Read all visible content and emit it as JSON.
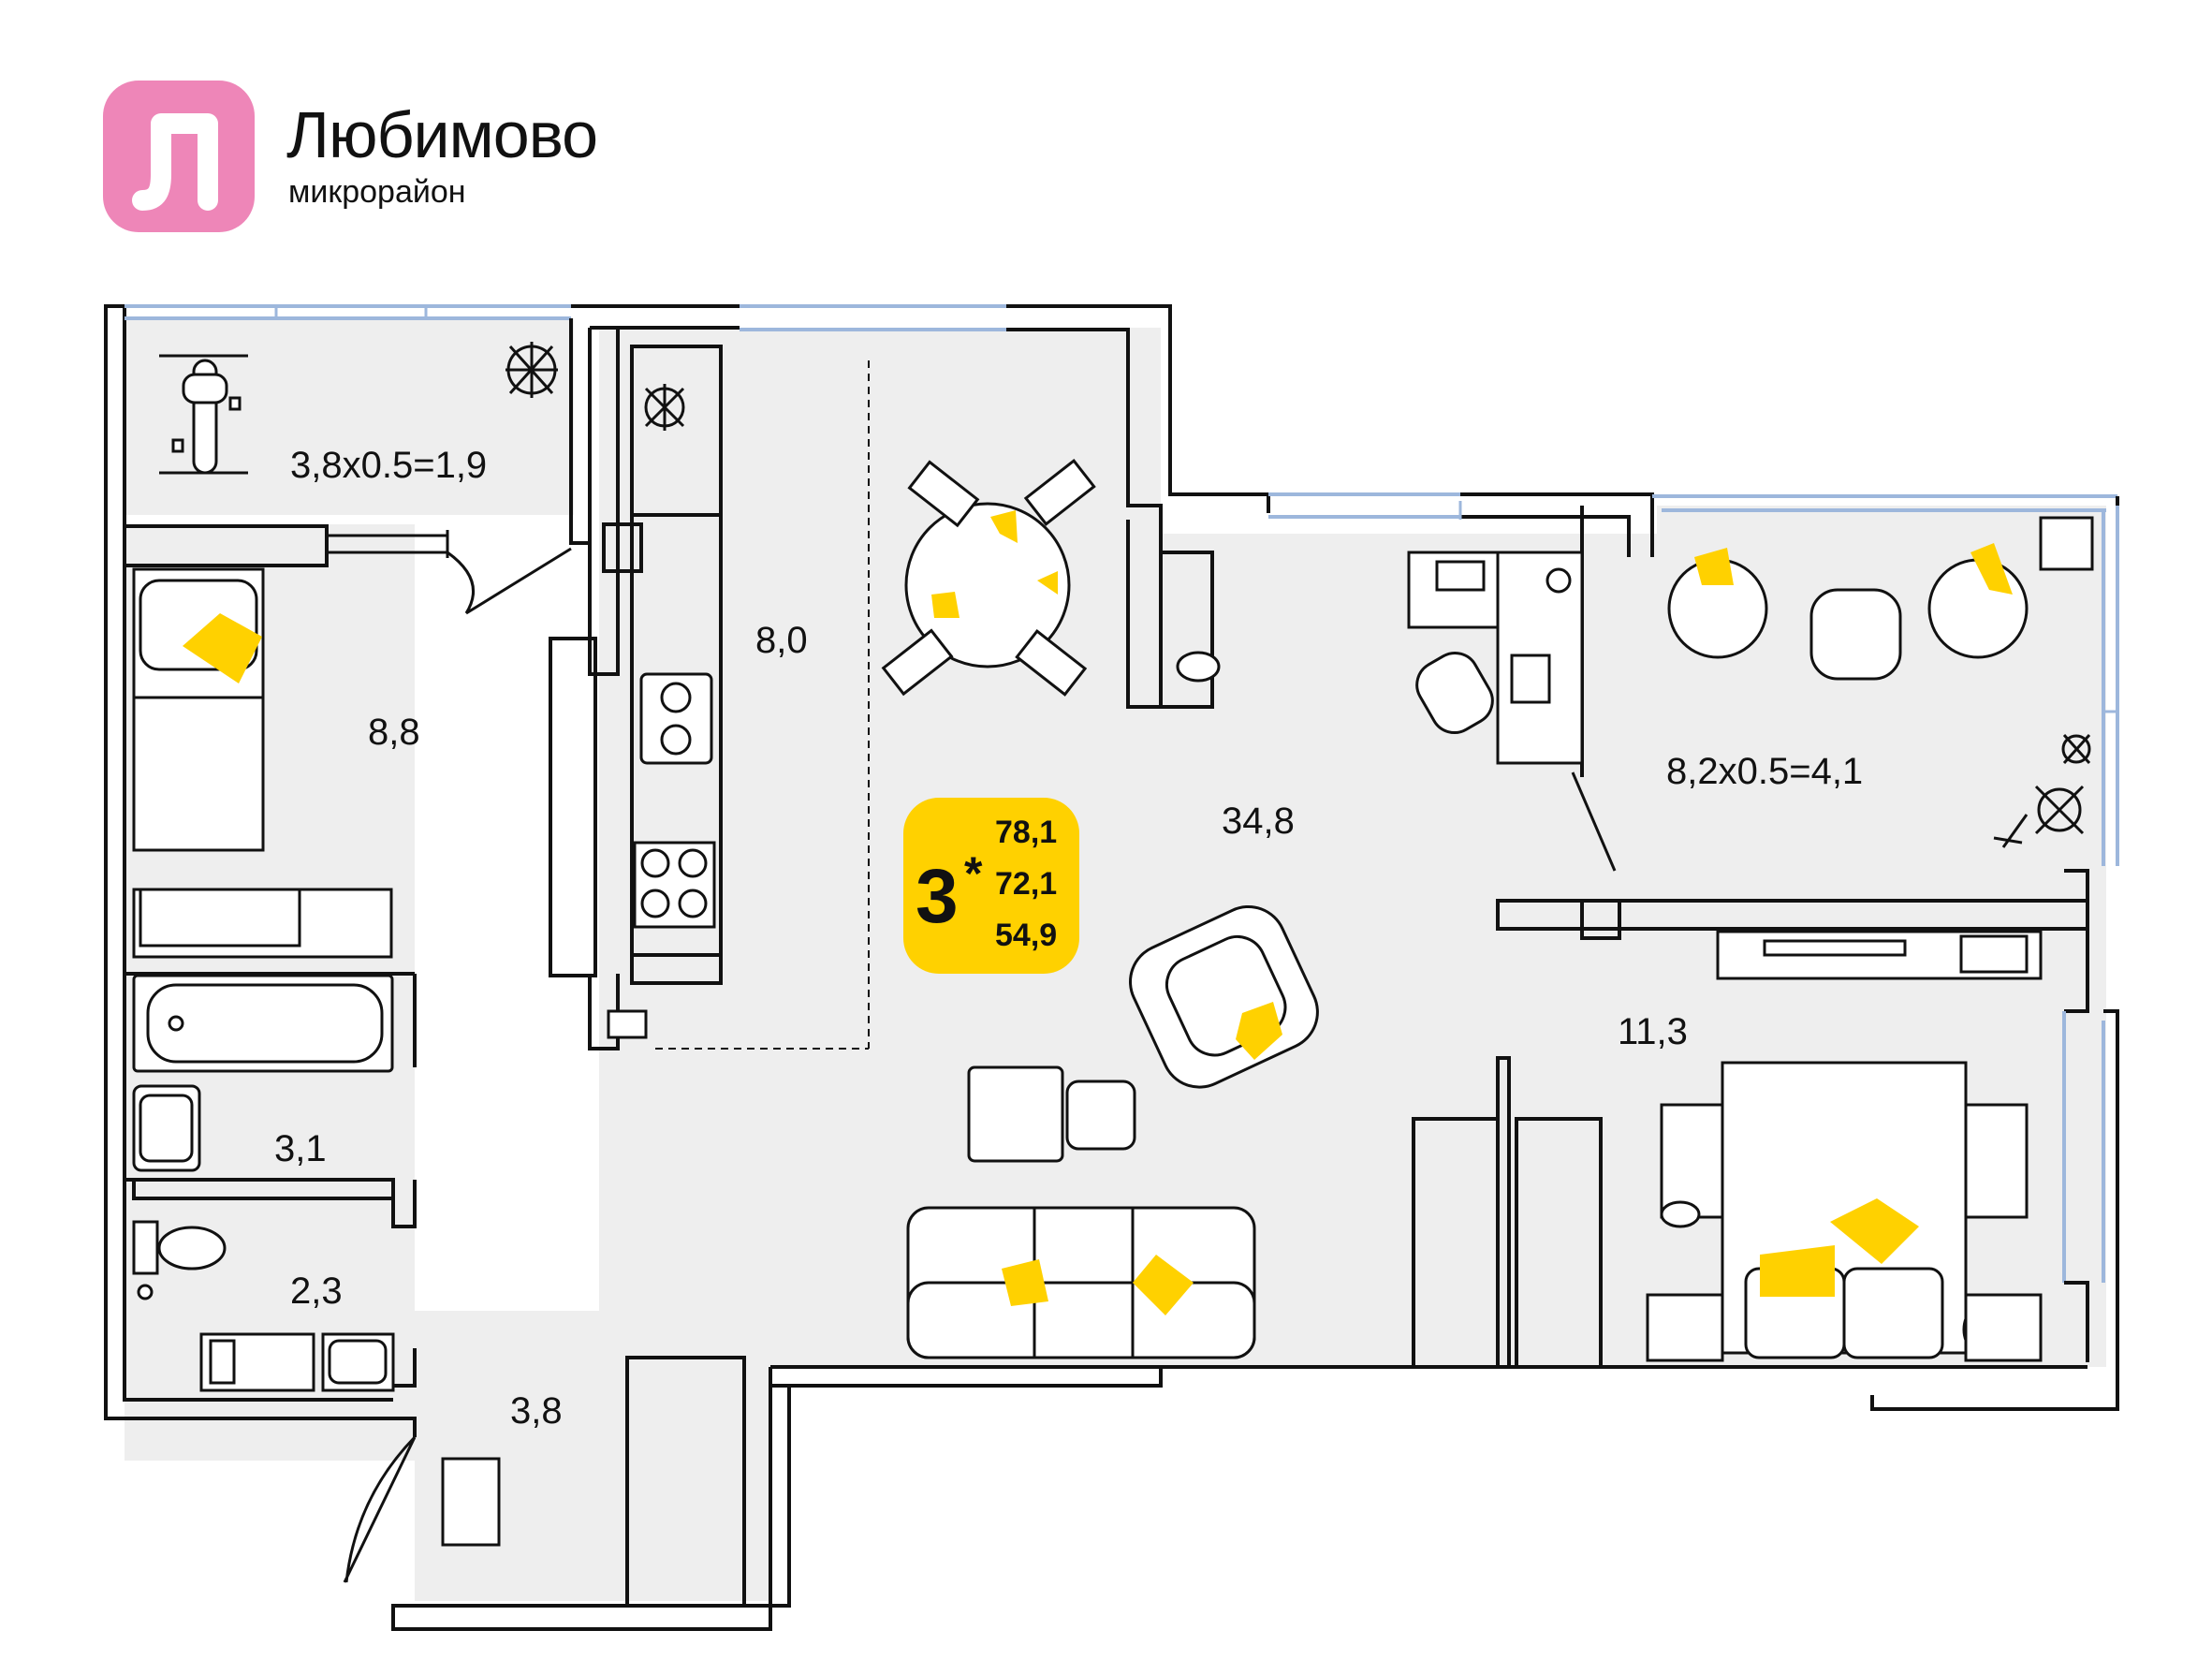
{
  "brand": {
    "logo_letter": "Л",
    "name": "Любимово",
    "subtitle": "микрорайон",
    "logo_color": "#ee86b8"
  },
  "apartment": {
    "rooms": "3",
    "rooms_mark": "*",
    "area_total": "78,1",
    "area_reduced": "72,1",
    "area_living": "54,9",
    "badge_color": "#ffd100"
  },
  "rooms": {
    "balcony_left": "3,8x0.5=1,9",
    "bedroom_small": "8,8",
    "kitchen": "8,0",
    "living": "34,8",
    "balcony_right": "8,2x0.5=4,1",
    "bedroom_master": "11,3",
    "bathroom": "3,1",
    "toilet": "2,3",
    "hallway": "3,8"
  },
  "colors": {
    "floor": "#eeeeee",
    "wall": "#111111",
    "window": "#9db7dc",
    "accent_pillow": "#ffd100"
  }
}
